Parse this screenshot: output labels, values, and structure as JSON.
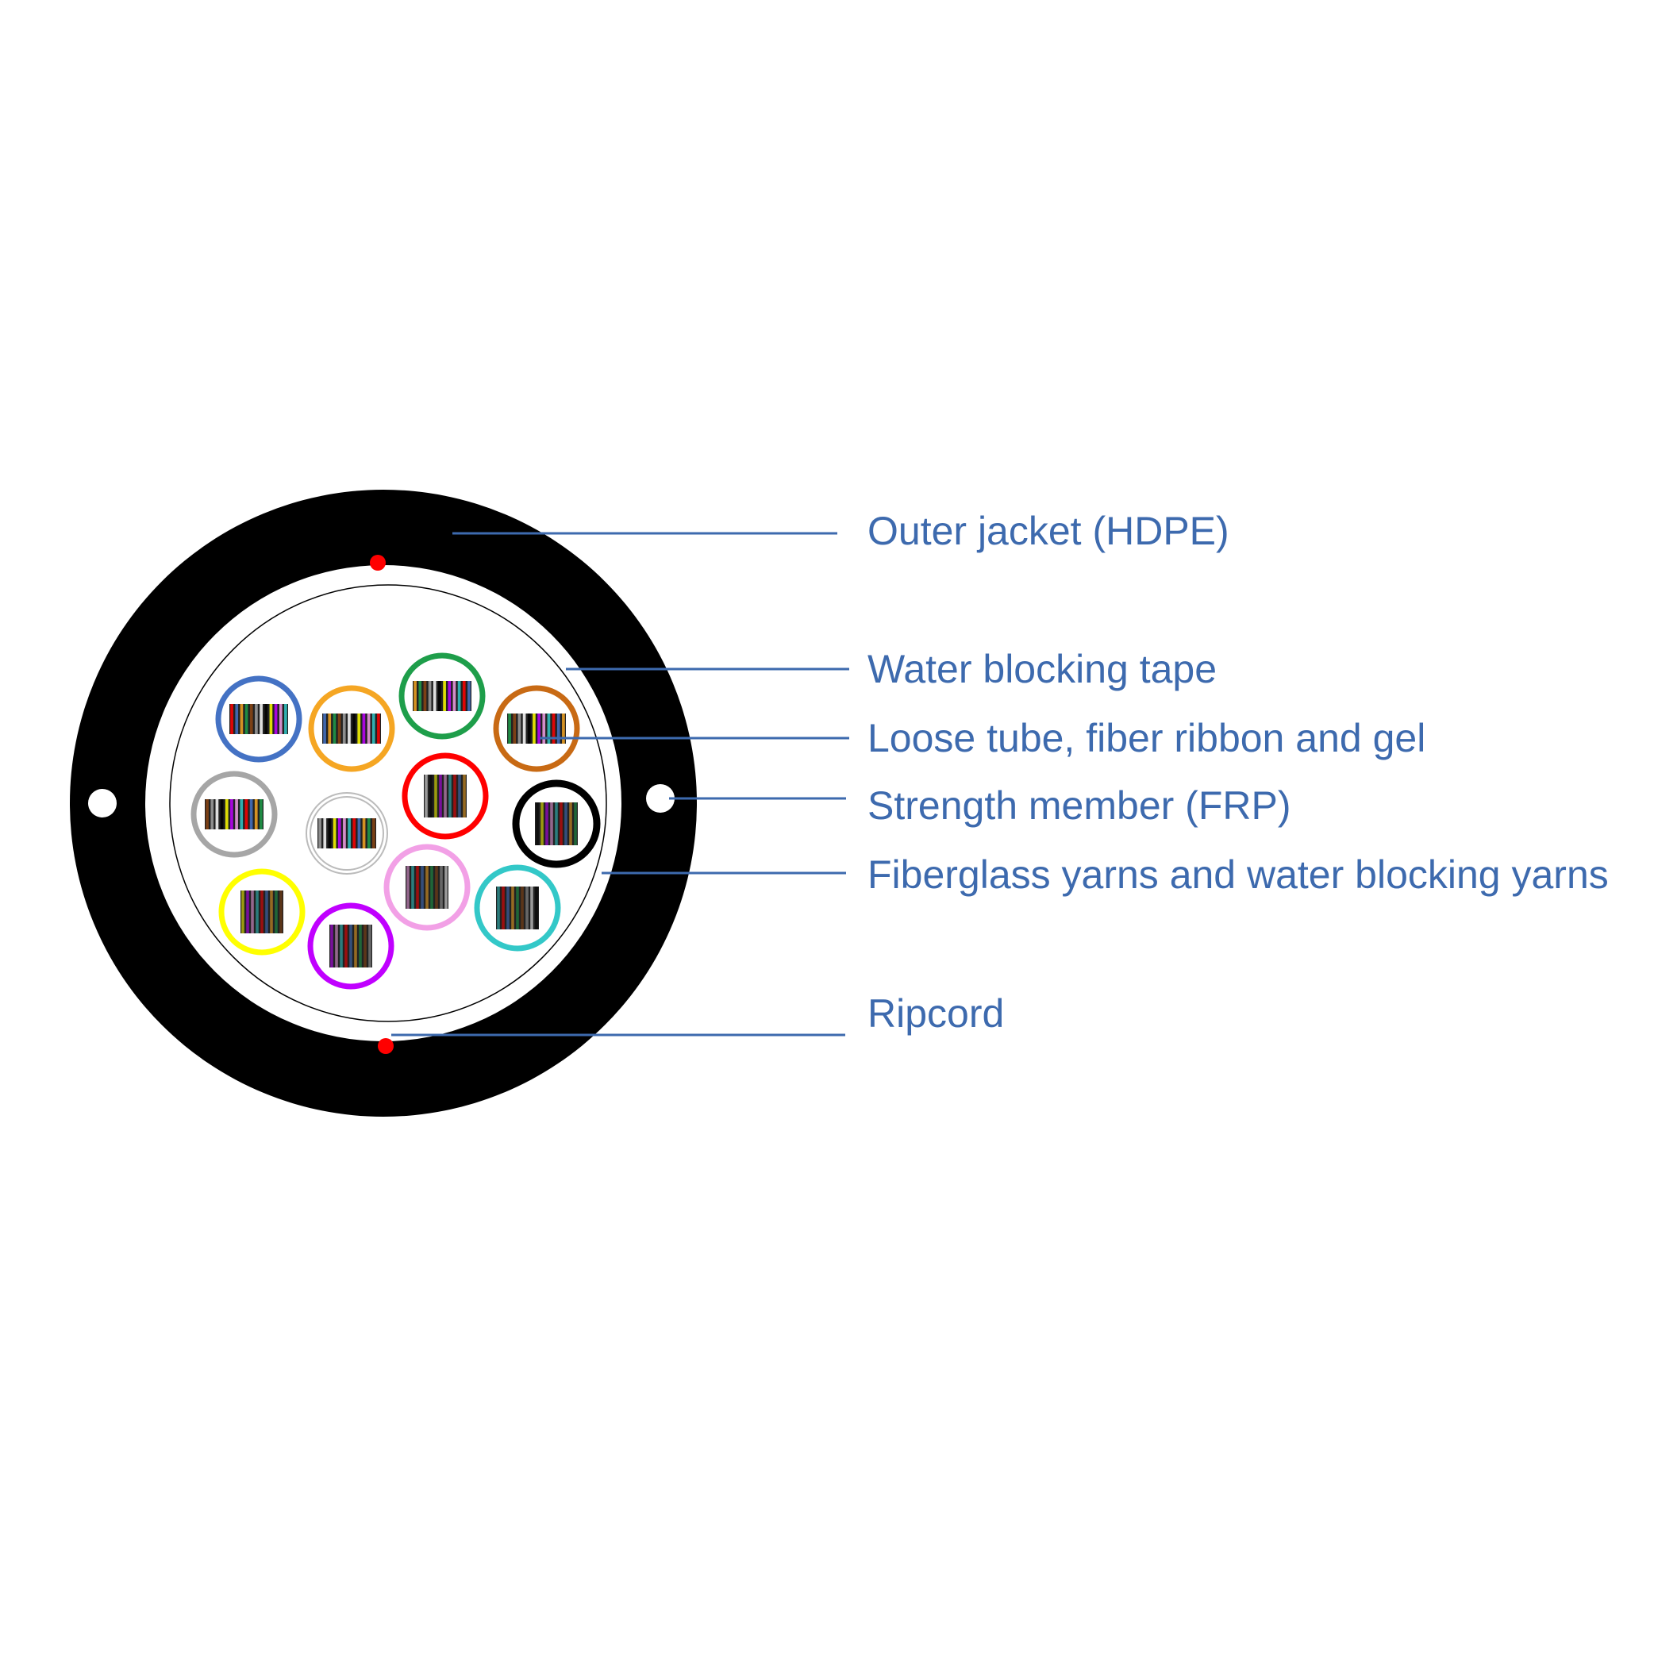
{
  "labels": {
    "outer_jacket": "Outer jacket (HDPE)",
    "water_blocking_tape": "Water blocking tape",
    "loose_tube": "Loose tube, fiber ribbon and gel",
    "strength_member": "Strength member (FRP)",
    "yarns": "Fiberglass yarns and water blocking yarns",
    "ripcord": "Ripcord"
  },
  "colors": {
    "label": "#3D6AAE",
    "jacket": "#000000",
    "ripcord": "#FF0000",
    "tube_colors": [
      "blue",
      "orange",
      "green",
      "brown",
      "gray",
      "white",
      "red",
      "black",
      "yellow",
      "violet",
      "rose",
      "aqua"
    ]
  },
  "tube_palette": {
    "blue": "#4472C4",
    "orange": "#F5A623",
    "green": "#1E9E4A",
    "brown": "#C86A14",
    "gray": "#A6A6A6",
    "white": "#E8E8E8",
    "red": "#FF0000",
    "black": "#000000",
    "yellow": "#FFFF00",
    "violet": "#C000FF",
    "rose": "#F2A0E6",
    "aqua": "#33C8C8"
  }
}
